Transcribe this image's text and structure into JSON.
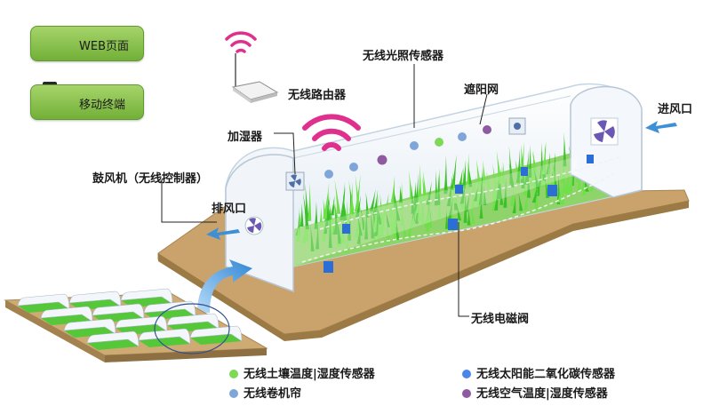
{
  "cards": {
    "web": "WEB页面",
    "mobile": "移动终端"
  },
  "labels": {
    "router": "无线路由器",
    "light_sensor": "无线光照传感器",
    "shade_net": "遮阳网",
    "inlet": "进风口",
    "humidifier": "加湿器",
    "blower": "鼓风机（无线控制器）",
    "exhaust": "排风口",
    "valve": "无线电磁阀"
  },
  "legend": [
    {
      "label": "无线土壤温度|湿度传感器",
      "color": "#7ed957"
    },
    {
      "label": "无线太阳能二氧化碳传感器",
      "color": "#4a86e8"
    },
    {
      "label": "无线卷机帘",
      "color": "#7fa6d9"
    },
    {
      "label": "无线空气温度|湿度传感器",
      "color": "#8e5aa0"
    }
  ],
  "colors": {
    "wifi": "#e0308e",
    "ground": "#c8a26a",
    "grass": "#44c832",
    "greenhouse": "#eaf2f8",
    "arrow": "#3d8fd6"
  }
}
